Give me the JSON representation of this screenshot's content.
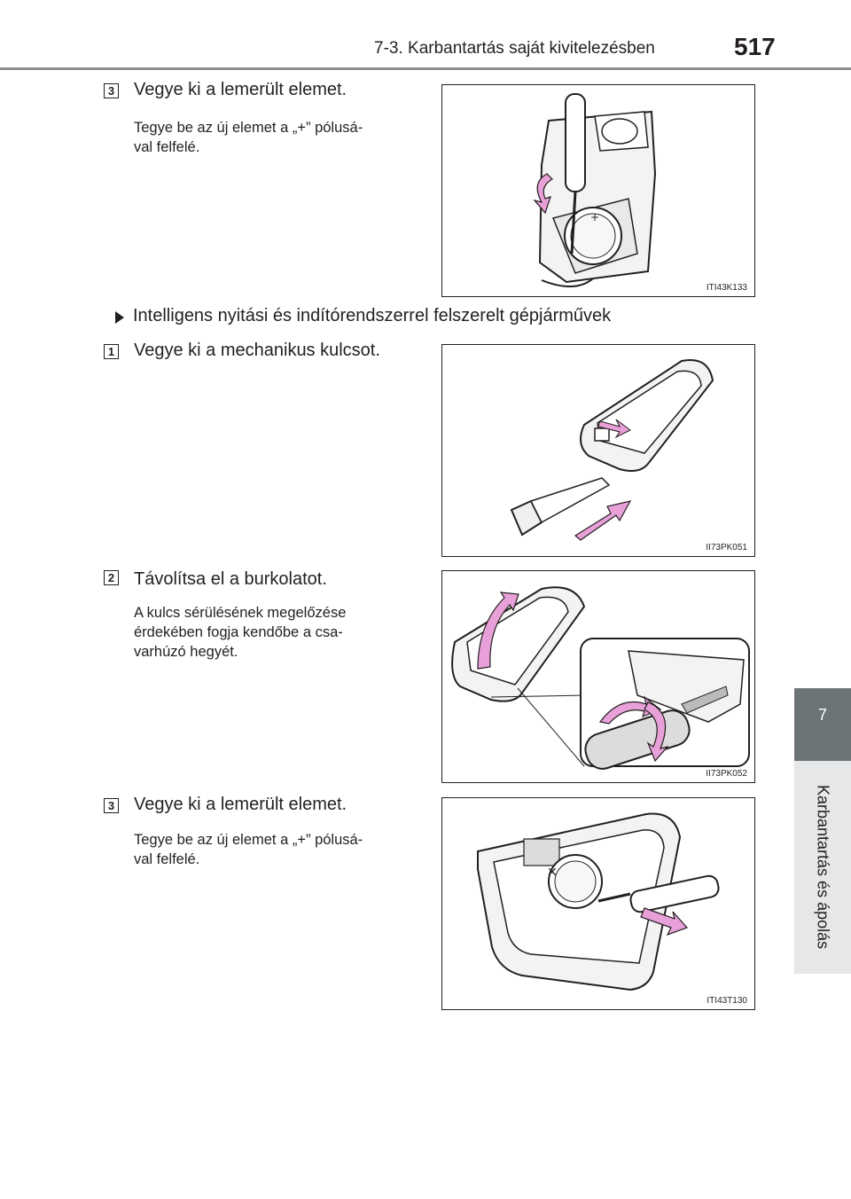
{
  "header": {
    "section_title": "7-3. Karbantartás saját kivitelezésben",
    "page_number": "517"
  },
  "side_tab": {
    "chapter_number": "7",
    "chapter_title": "Karbantartás és ápolás"
  },
  "block_a": {
    "step_number": "3",
    "title": "Vegye ki a lemerült elemet.",
    "desc_line1": "Tegye be az új elemet a „+” pólusá-",
    "desc_line2": "val felfelé.",
    "figure_code": "ITI43K133"
  },
  "section": {
    "heading": "Intelligens nyitási és indítórendszerrel felszerelt gépjárművek"
  },
  "block_b": {
    "step_number": "1",
    "title": "Vegye ki a mechanikus kulcsot.",
    "figure_code": "II73PK051"
  },
  "block_c": {
    "step_number": "2",
    "title": "Távolítsa el a burkolatot.",
    "desc_line1": "A kulcs sérülésének megelőzése",
    "desc_line2": "érdekében fogja kendőbe a csa-",
    "desc_line3": "varhúzó hegyét.",
    "figure_code": "II73PK052"
  },
  "block_d": {
    "step_number": "3",
    "title": "Vegye ki a lemerült elemet.",
    "desc_line1": "Tegye be az új elemet a „+” pólusá-",
    "desc_line2": "val felfelé.",
    "figure_code": "ITI43T130"
  },
  "colors": {
    "accent_arrow": "#e8a0d8",
    "tab_dark": "#6d7478",
    "tab_light": "#e6e7e8"
  }
}
